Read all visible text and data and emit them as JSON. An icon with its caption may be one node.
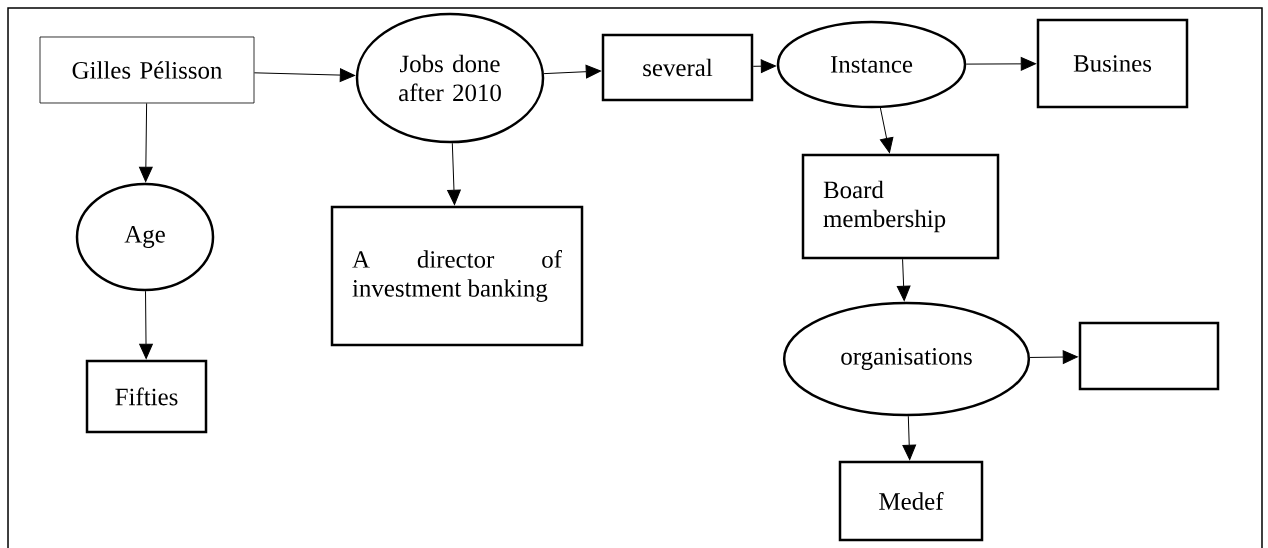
{
  "diagram": {
    "nodes": [
      {
        "text": [
          "Gilles Pélisson"
        ]
      },
      {
        "text": [
          "Jobs done after 2010"
        ]
      },
      {
        "text": [
          "several"
        ]
      },
      {
        "text": [
          "Instance"
        ]
      },
      {
        "text": [
          "Busines"
        ]
      },
      {
        "text": [
          "Age"
        ]
      },
      {
        "text": [
          "A director of investment banking"
        ]
      },
      {
        "text": [
          "Board membership"
        ]
      },
      {
        "text": [
          "organisations"
        ]
      },
      {
        "text": [],
        "shape": "box"
      },
      {
        "text": [
          "Fifties"
        ]
      },
      {
        "text": [
          "Medef"
        ]
      }
    ],
    "edges": [
      {
        "from": 0,
        "to": 1,
        "arrow": "to"
      },
      {
        "from": 1,
        "to": 2,
        "arrow": "to"
      },
      {
        "from": 2,
        "to": 3,
        "arrow": "to"
      },
      {
        "from": 3,
        "to": 4,
        "arrow": "to"
      },
      {
        "from": 0,
        "to": 5,
        "arrow": "to"
      },
      {
        "from": 1,
        "to": 6,
        "arrow": "to"
      },
      {
        "from": 3,
        "to": 7,
        "arrow": "to"
      },
      {
        "from": 5,
        "to": 10,
        "arrow": "to"
      },
      {
        "from": 7,
        "to": 8,
        "arrow": "to"
      },
      {
        "from": 8,
        "to": 9,
        "arrow": "to"
      },
      {
        "from": 8,
        "to": 11,
        "arrow": "to"
      }
    ]
  }
}
